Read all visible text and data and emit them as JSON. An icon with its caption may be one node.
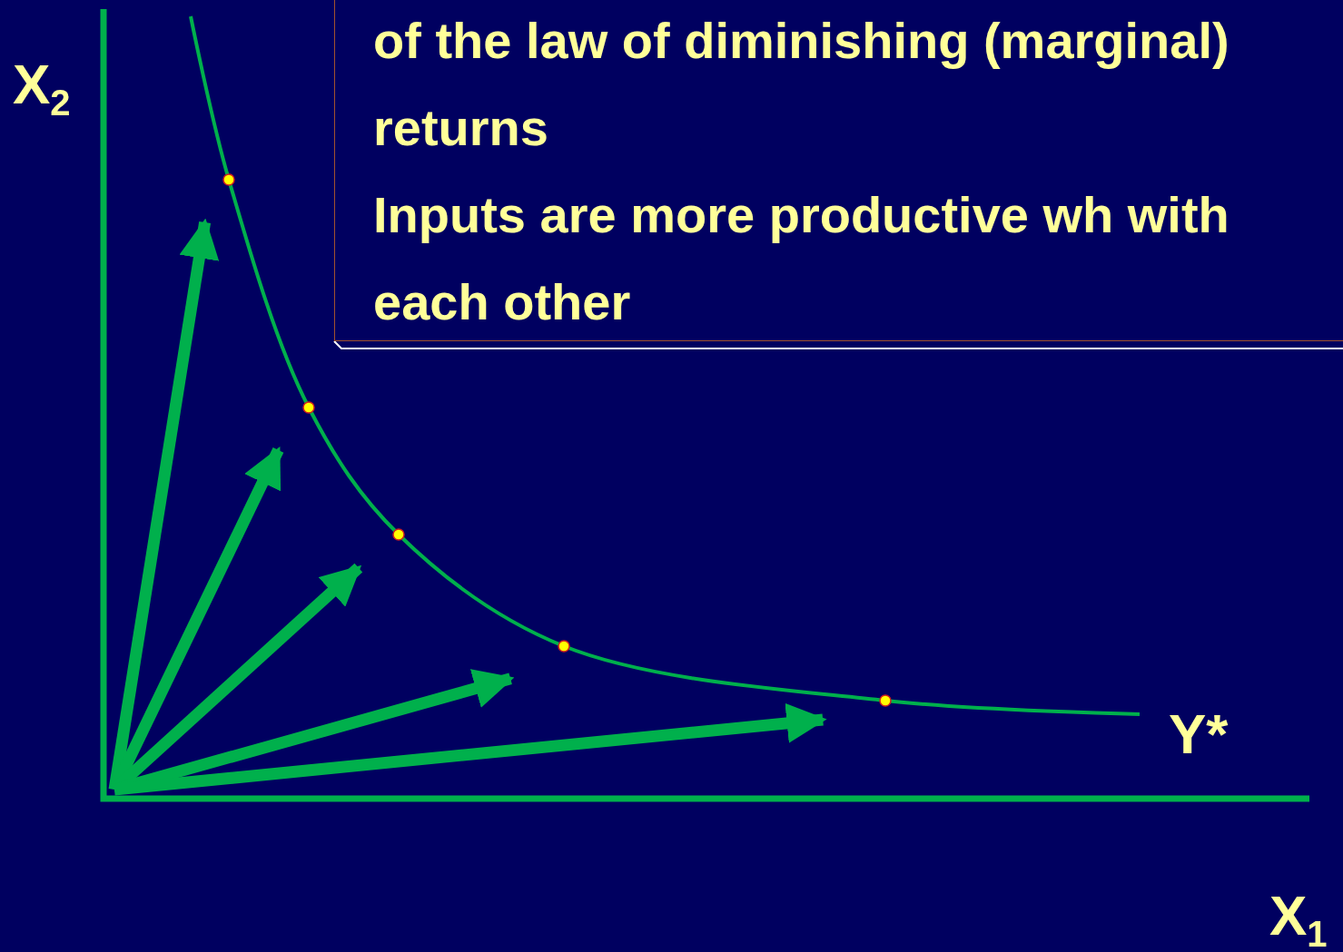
{
  "diagram": {
    "nodes": [
      {
        "text": [
          "of the law of diminishing (marginal) returns",
          "Inputs are more productive wh with each other"
        ]
      }
    ],
    "labels": [
      "X$_{2}$",
      "Y*",
      "X$_{1}$"
    ]
  }
}
